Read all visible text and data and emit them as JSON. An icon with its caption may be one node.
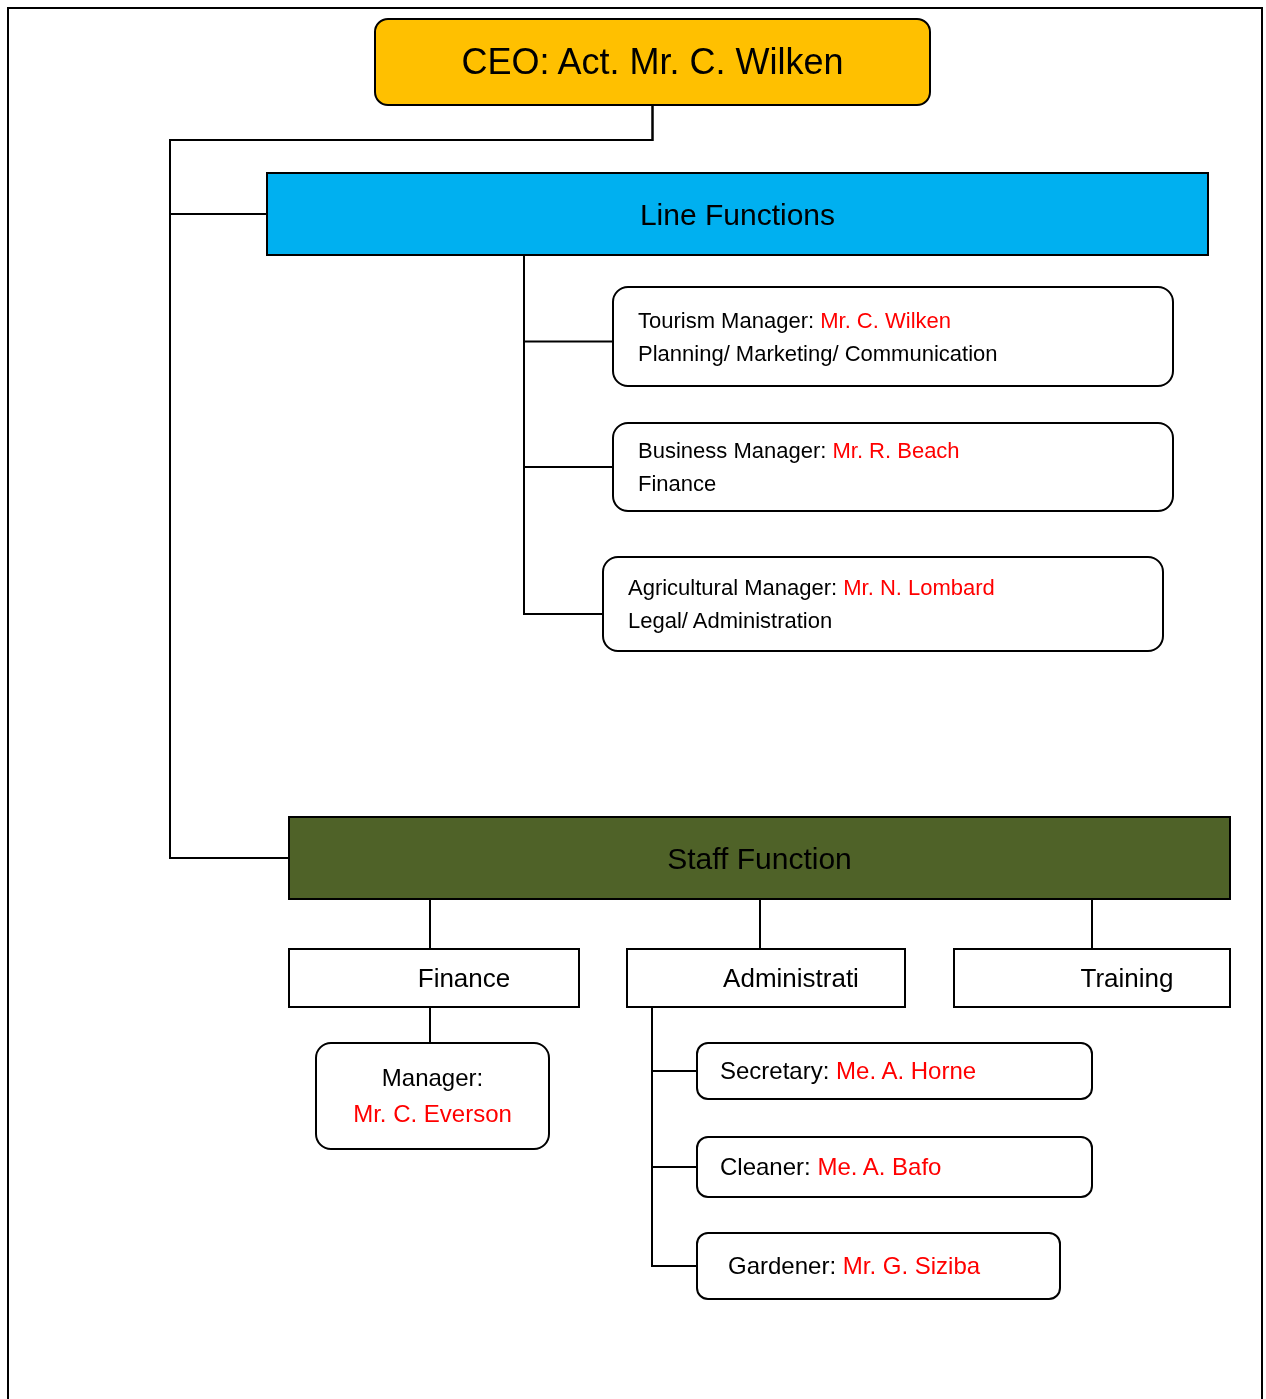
{
  "diagram": {
    "nodes": [
      {
        "text": [
          "CEO: Act. Mr. C. Wilken"
        ]
      },
      {
        "text": [
          "Line Functions"
        ]
      },
      {
        "text": [
          "Tourism Manager:",
          "Mr. C. Wilken",
          "Planning/ Marketing/ Communication"
        ]
      },
      {
        "text": [
          "Business Manager:",
          "Mr. R. Beach",
          "Finance"
        ]
      },
      {
        "text": [
          "Agricultural Manager:",
          "Mr. N. Lombard",
          "Legal/ Administration"
        ]
      },
      {
        "text": [
          "Staff Function"
        ]
      },
      {
        "text": [
          "Finance"
        ]
      },
      {
        "text": [
          "Administrati"
        ]
      },
      {
        "text": [
          "Training"
        ]
      },
      {
        "text": [
          "Manager:",
          "Mr. C. Everson"
        ]
      },
      {
        "text": [
          "Secretary:",
          "Me. A. Horne"
        ]
      },
      {
        "text": [
          "Cleaner:",
          "Me. A. Bafo"
        ]
      },
      {
        "text": [
          "Gardener:",
          "Mr. G. Siziba"
        ]
      }
    ],
    "edges": [
      {
        "from": 0,
        "to": 1,
        "arrow": "none"
      },
      {
        "from": 0,
        "to": 5,
        "arrow": "none"
      },
      {
        "from": 1,
        "to": 2,
        "arrow": "none"
      },
      {
        "from": 1,
        "to": 3,
        "arrow": "none"
      },
      {
        "from": 1,
        "to": 4,
        "arrow": "none"
      },
      {
        "from": 5,
        "to": 6,
        "arrow": "none"
      },
      {
        "from": 5,
        "to": 7,
        "arrow": "none"
      },
      {
        "from": 5,
        "to": 8,
        "arrow": "none"
      },
      {
        "from": 6,
        "to": 9,
        "arrow": "none"
      },
      {
        "from": 7,
        "to": 10,
        "arrow": "none"
      },
      {
        "from": 7,
        "to": 11,
        "arrow": "none"
      },
      {
        "from": 7,
        "to": 12,
        "arrow": "none"
      }
    ]
  }
}
